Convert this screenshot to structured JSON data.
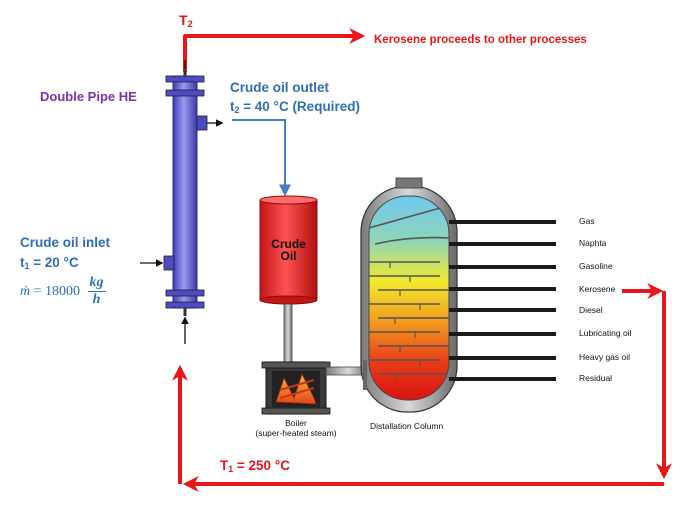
{
  "labels": {
    "t2_symbol": "T",
    "t2_sub": "2",
    "kerosene_outlet": "Kerosene proceeds to other processes",
    "exchanger": "Double Pipe HE",
    "crude_outlet_title": "Crude oil outlet",
    "crude_outlet_t_symbol": "t",
    "crude_outlet_t_sub": "2",
    "crude_outlet_t_value": " = 40 °C (Required)",
    "crude_inlet_title": "Crude oil inlet",
    "crude_inlet_t_symbol": "t",
    "crude_inlet_t_sub": "1",
    "crude_inlet_t_value": " = 20 °C",
    "mass_flow_symbol": "ṁ",
    "mass_flow_eq": " = 18000 ",
    "mass_flow_unit_num": "kg",
    "mass_flow_unit_den": "h",
    "tank_line1": "Crude",
    "tank_line2": "Oil",
    "boiler_line1": "Boiler",
    "boiler_line2": "(super-heated steam)",
    "column": "Distallation Column",
    "t1_symbol": "T",
    "t1_sub": "1",
    "t1_value": " = 250 °C"
  },
  "fractions": [
    "Gas",
    "Naphta",
    "Gasoline",
    "Kerosene",
    "Diesel",
    "Lubricating oil",
    "Heavy gas oil",
    "Residual"
  ],
  "colors": {
    "hot_stream": "#e8161b",
    "cold_stream": "#3f7fc8",
    "exchanger": "#5b5bd6",
    "tank": "#e82020",
    "label_blue": "#2f6fb5",
    "label_purple": "#7a33b0"
  }
}
